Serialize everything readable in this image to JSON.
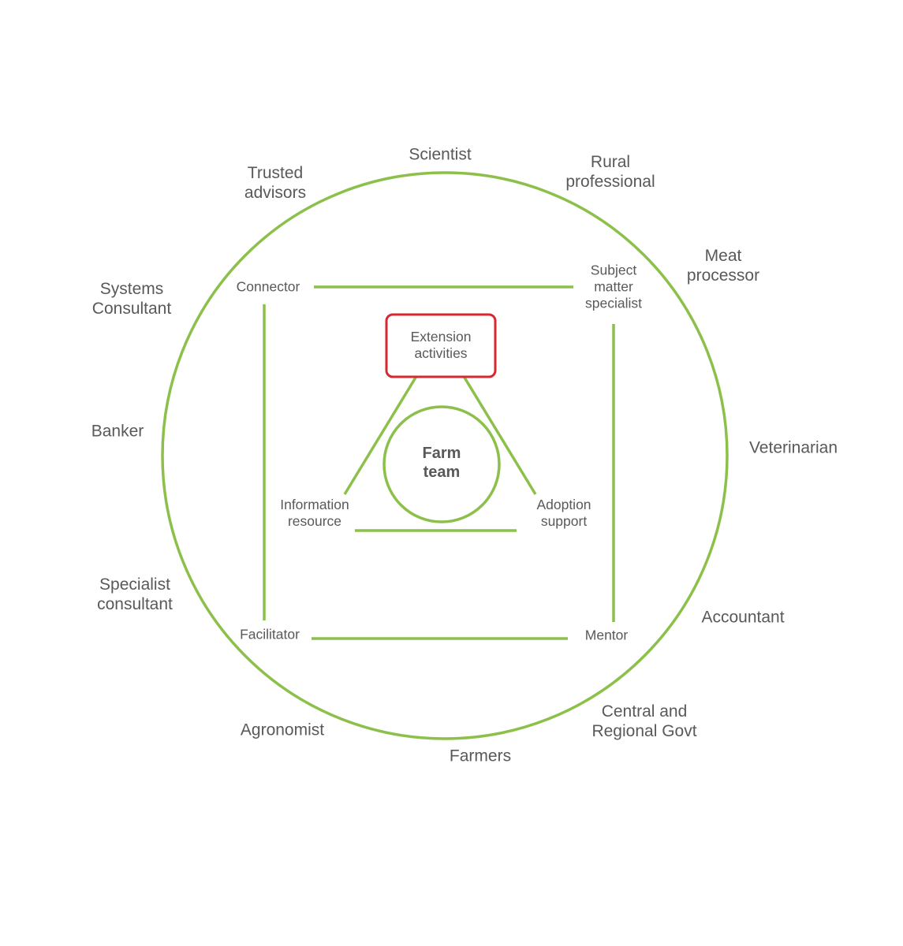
{
  "colors": {
    "green": "#8cc04b",
    "red": "#d7282f",
    "text": "#58595b"
  },
  "outer_labels": [
    {
      "id": "scientist",
      "lines": [
        "Scientist"
      ]
    },
    {
      "id": "trusted-advisors",
      "lines": [
        "Trusted",
        "advisors"
      ]
    },
    {
      "id": "rural-professional",
      "lines": [
        "Rural",
        "professional"
      ]
    },
    {
      "id": "meat-processor",
      "lines": [
        "Meat",
        "processor"
      ]
    },
    {
      "id": "systems-consultant",
      "lines": [
        "Systems",
        "Consultant"
      ]
    },
    {
      "id": "banker",
      "lines": [
        "Banker"
      ]
    },
    {
      "id": "veterinarian",
      "lines": [
        "Veterinarian"
      ]
    },
    {
      "id": "specialist-consultant",
      "lines": [
        "Specialist",
        "consultant"
      ]
    },
    {
      "id": "accountant",
      "lines": [
        "Accountant"
      ]
    },
    {
      "id": "central-regional-govt",
      "lines": [
        "Central and",
        "Regional Govt"
      ]
    },
    {
      "id": "agronomist",
      "lines": [
        "Agronomist"
      ]
    },
    {
      "id": "farmers",
      "lines": [
        "Farmers"
      ]
    }
  ],
  "role_labels": [
    {
      "id": "connector",
      "lines": [
        "Connector"
      ]
    },
    {
      "id": "subject-matter-specialist",
      "lines": [
        "Subject",
        "matter",
        "specialist"
      ]
    },
    {
      "id": "facilitator",
      "lines": [
        "Facilitator"
      ]
    },
    {
      "id": "mentor",
      "lines": [
        "Mentor"
      ]
    }
  ],
  "triangle_labels": [
    {
      "id": "extension-activities",
      "lines": [
        "Extension",
        "activities"
      ]
    },
    {
      "id": "information-resource",
      "lines": [
        "Information",
        "resource"
      ]
    },
    {
      "id": "adoption-support",
      "lines": [
        "Adoption",
        "support"
      ]
    }
  ],
  "center_label": {
    "id": "farm-team",
    "lines": [
      "Farm",
      "team"
    ]
  }
}
